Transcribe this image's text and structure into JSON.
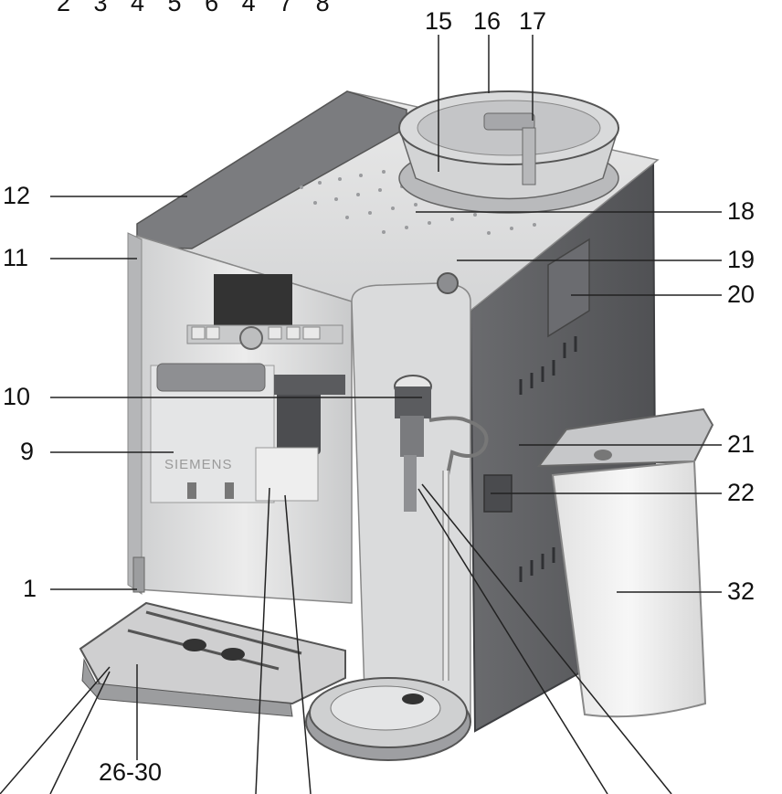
{
  "labels": {
    "top_row": [
      "2",
      "3",
      "4",
      "5",
      "6",
      "4",
      "7",
      "8"
    ],
    "l1": "1",
    "l9": "9",
    "l10": "10",
    "l11": "11",
    "l12": "12",
    "l15": "15",
    "l16": "16",
    "l17": "17",
    "l18": "18",
    "l19": "19",
    "l20": "20",
    "l21": "21",
    "l22": "22",
    "l32": "32",
    "l26_30": "26-30"
  },
  "brand": "SIEMENS",
  "colors": {
    "body_silver": "#d9dadb",
    "body_dark": "#5c5d60",
    "display": "#333333",
    "leader": "#222222"
  }
}
